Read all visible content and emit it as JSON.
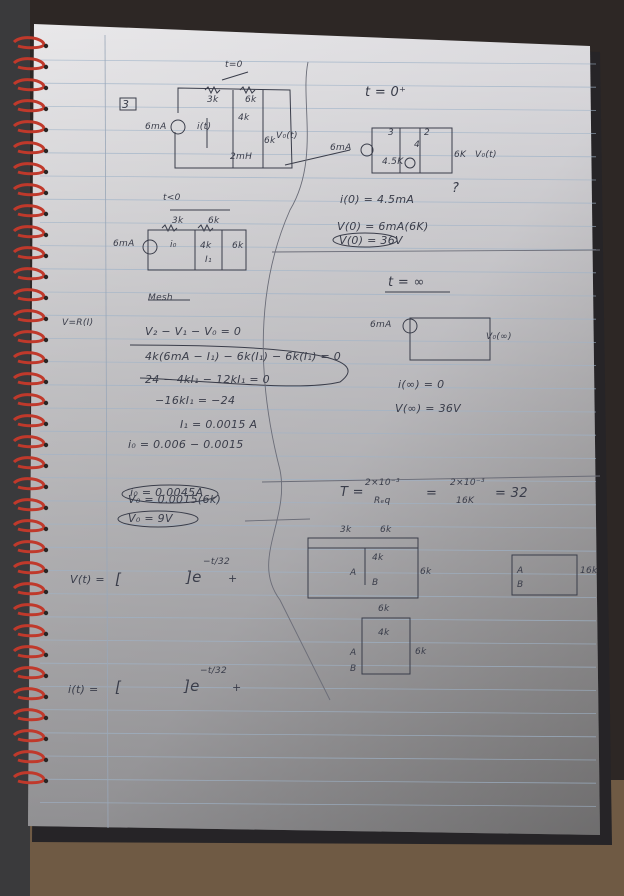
{
  "problem_number": "3",
  "switch_label": "t=0",
  "circuit1": {
    "r1": "3k",
    "r2": "6k",
    "source": "6mA",
    "current": "i(t)",
    "r3": "4k",
    "r4": "6k",
    "voltage": "V₀(t)",
    "inductor": "2mH"
  },
  "t0plus": {
    "heading": "t = 0⁺",
    "source": "6mA",
    "r1": "3",
    "r2": "2",
    "r3": "4",
    "r4": "4.5K",
    "r5": "6K",
    "vout": "V₀(t)",
    "eq1": "i(0) = 4.5mA",
    "mark": "?",
    "eq2": "V(0) = 6mA(6K)",
    "eq3": "V(0) = 36V"
  },
  "tneg": {
    "heading": "t<0",
    "source": "6mA",
    "r1": "3k",
    "r2": "6k",
    "label_i0": "i₀",
    "r3": "4k",
    "r4": "6k",
    "loop": "I₁"
  },
  "mesh": {
    "heading": "Mesh",
    "side": "V=R(I)",
    "lines": [
      "V₂ − V₁ − V₀ = 0",
      "4k(6mA − I₁) − 6k(I₁) − 6k(I₁) = 0",
      "24 − 4kI₁ − 12kI₁ = 0",
      "−16kI₁ = −24",
      "I₁ = 0.0015 A",
      "i₀ = 0.006 − 0.0015",
      "i₀ = 0.0045A",
      "V₀ = 0.0015(6k)",
      "V₀ = 9V"
    ]
  },
  "tinf": {
    "heading": "t = ∞",
    "source": "6mA",
    "vout": "V₀(∞)",
    "eq1": "i(∞) = 0",
    "eq2": "V(∞) = 36V"
  },
  "tau": {
    "lhs": "T =",
    "num1": "2×10⁻³",
    "den1": "Rₑq",
    "eq": "=",
    "num2": "2×10⁻³",
    "den2": "16K",
    "result": "= 32"
  },
  "req": {
    "r1": "3k",
    "r2": "6k",
    "r3": "4k",
    "r4": "6k",
    "a": "A",
    "b": "B",
    "r5": "6k",
    "r6": "4k",
    "r7": "6k",
    "a2": "A",
    "b2": "B",
    "a3": "A",
    "b3": "B",
    "r8": "16k"
  },
  "vt": {
    "lhs": "V(t) =",
    "open": "[",
    "close": "]e",
    "exp": "−t/32",
    "plus": "+"
  },
  "it": {
    "lhs": "i(t) =",
    "open": "[",
    "close": "]e",
    "exp": "−t/32",
    "plus": "+"
  }
}
